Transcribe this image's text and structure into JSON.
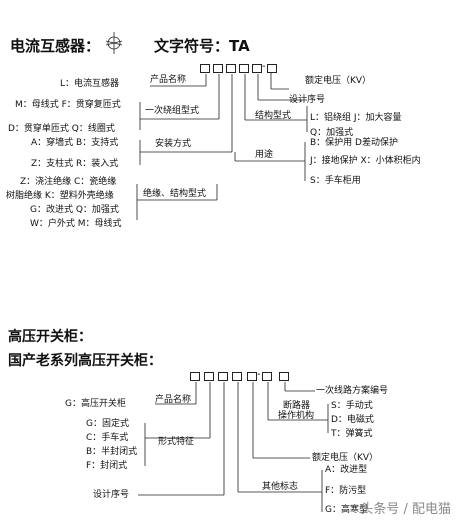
{
  "ct": {
    "title": "电流互感器：",
    "symbol_label": "文字符号：TA",
    "code_dash": "-",
    "product_name": "产品名称",
    "product_items": [
      "L：电流互感器"
    ],
    "primary_winding": "一次绕组型式",
    "primary_items": [
      "M：母线式  F：贯穿复匝式",
      "D：贯穿单匝式  Q：线圈式"
    ],
    "install": "安装方式",
    "install_items": [
      "A：穿墙式    B：支持式",
      "Z：支柱式    R：装入式"
    ],
    "insulation": "绝缘、结构型式",
    "insulation_items": [
      "Z：浇注绝缘   C：瓷绝缘",
      "树脂绝缘  K：塑料外壳绝缘",
      "G：改进式   Q：加强式",
      "W：户外式   M：母线式"
    ],
    "rated_voltage": "额定电压（KV）",
    "design_seq": "设计序号",
    "structure": "结构型式",
    "structure_items": [
      "L：铝绕组   J：加大容量",
      "Q：加强式"
    ],
    "usage": "用途",
    "usage_items": [
      "B：保护用  D差动保护",
      "J：接地保护  X：小体积柜内",
      "S：手车柜用"
    ]
  },
  "hv": {
    "title": "高压开关柜：",
    "subtitle": "国产老系列高压开关柜：",
    "code_dash": "-",
    "product_name": "产品名称",
    "product_items": [
      "G：高压开关柜"
    ],
    "form": "形式特征",
    "form_items": [
      "G：固定式",
      "C：手车式",
      "B：半封闭式",
      "F：封闭式"
    ],
    "design_seq": "设计序号",
    "primary_scheme": "一次线路方案编号",
    "breaker_op": [
      "断路器",
      "操作机构"
    ],
    "breaker_items": [
      "S：手动式",
      "D：电磁式",
      "T：弹簧式"
    ],
    "rated_voltage": "额定电压（KV）",
    "other": "其他标志",
    "other_items": [
      "A：改进型",
      "F：防污型",
      "G：高寒型"
    ]
  },
  "watermark": "头条号 / 配电猫"
}
